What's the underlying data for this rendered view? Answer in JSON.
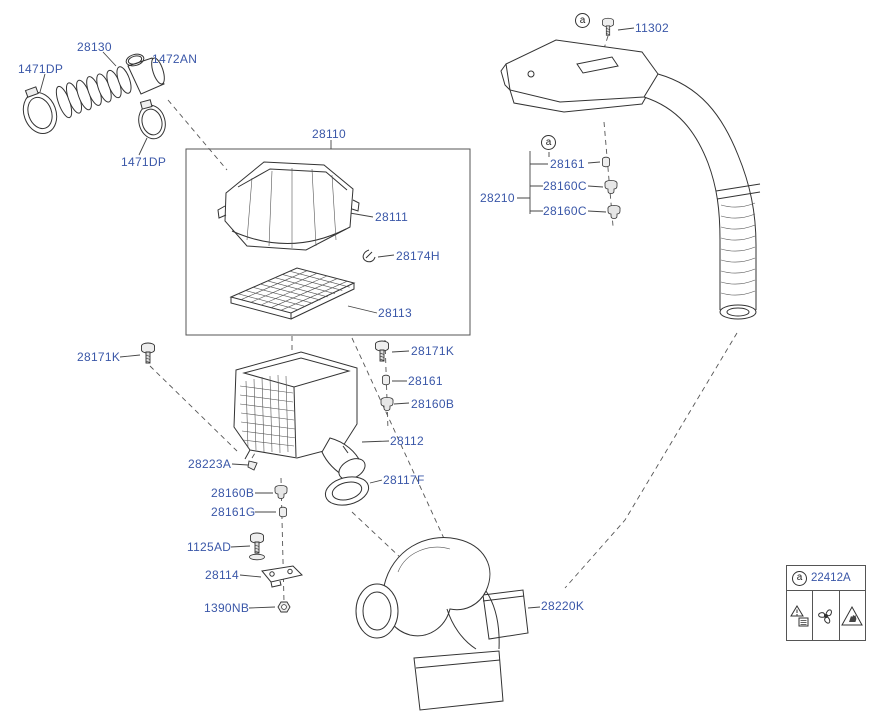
{
  "diagram": {
    "background": "#ffffff",
    "label_color": "#3a57a8",
    "line_color": "#333333"
  },
  "labels": [
    {
      "text": "28130"
    },
    {
      "text": "1472AN"
    },
    {
      "text": "1471DP"
    },
    {
      "text": "1471DP"
    },
    {
      "text": "28110"
    },
    {
      "text": "28111"
    },
    {
      "text": "28174H"
    },
    {
      "text": "28113"
    },
    {
      "text": "28171K"
    },
    {
      "text": "28171K"
    },
    {
      "text": "28161"
    },
    {
      "text": "28160B"
    },
    {
      "text": "28112"
    },
    {
      "text": "28223A"
    },
    {
      "text": "28117F"
    },
    {
      "text": "28160B"
    },
    {
      "text": "28161G"
    },
    {
      "text": "1125AD"
    },
    {
      "text": "28114"
    },
    {
      "text": "1390NB"
    },
    {
      "text": "28210"
    },
    {
      "text": "28161"
    },
    {
      "text": "28160C"
    },
    {
      "text": "28160C"
    },
    {
      "text": "11302"
    },
    {
      "text": "28220K"
    }
  ],
  "markers": {
    "symbol": "a"
  },
  "legend": {
    "marker": "a",
    "part_number": "22412A",
    "icons": [
      {
        "name": "caution-warning-icon"
      },
      {
        "name": "fan-caution-icon"
      },
      {
        "name": "hand-pinch-caution-icon"
      }
    ]
  }
}
